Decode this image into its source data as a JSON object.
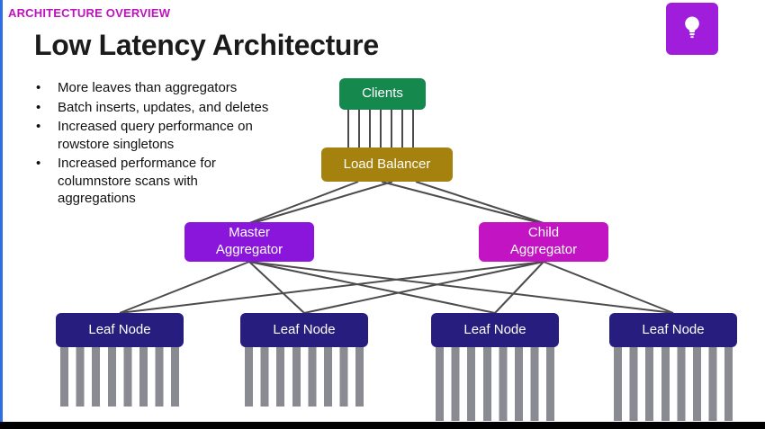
{
  "kicker": "ARCHITECTURE OVERVIEW",
  "title": "Low Latency Architecture",
  "bullets": [
    "More leaves than aggregators",
    "Batch inserts, updates, and deletes",
    "Increased query performance on rowstore singletons",
    "Increased performance for columnstore scans with aggregations"
  ],
  "diagram": {
    "clients_label": "Clients",
    "load_balancer_label": "Load Balancer",
    "master_aggregator_label": "Master Aggregator",
    "child_aggregator_label": "Child Aggregator",
    "leaf_labels": [
      "Leaf Node",
      "Leaf Node",
      "Leaf Node",
      "Leaf Node"
    ]
  },
  "icons": {
    "lightbulb": "lightbulb-icon"
  },
  "colors": {
    "kicker": "#BE12BE",
    "clients": "#15884E",
    "load_balancer": "#A5810D",
    "master_aggregator": "#8A16DC",
    "child_aggregator": "#C214C2",
    "leaf_node": "#261D7E",
    "connector": "#4C4C4C",
    "shard_bar": "#8A8A92",
    "icon_tile": "#A01EDB",
    "left_accent": "#2E6FE8",
    "bottom_bar": "#000000"
  }
}
